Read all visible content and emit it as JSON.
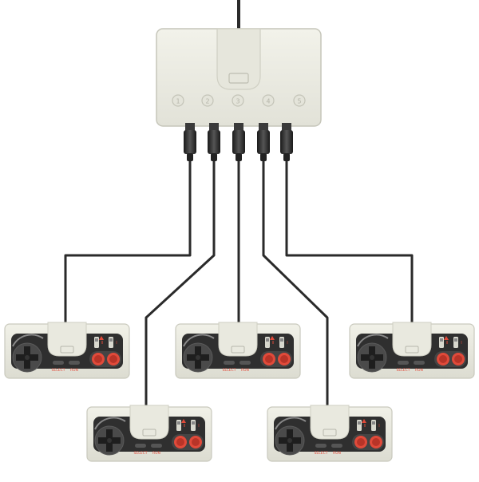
{
  "hub": {
    "port_labels": [
      "1",
      "2",
      "3",
      "4",
      "5"
    ]
  },
  "pads": [
    {
      "id": "pad-1",
      "button_labels": [
        "SELECT",
        "RUN"
      ],
      "turbo_labels": [
        "II",
        "I"
      ]
    },
    {
      "id": "pad-2",
      "button_labels": [
        "SELECT",
        "RUN"
      ],
      "turbo_labels": [
        "II",
        "I"
      ]
    },
    {
      "id": "pad-3",
      "button_labels": [
        "SELECT",
        "RUN"
      ],
      "turbo_labels": [
        "II",
        "I"
      ]
    },
    {
      "id": "pad-4",
      "button_labels": [
        "SELECT",
        "RUN"
      ],
      "turbo_labels": [
        "II",
        "I"
      ]
    },
    {
      "id": "pad-5",
      "button_labels": [
        "SELECT",
        "RUN"
      ],
      "turbo_labels": [
        "II",
        "I"
      ]
    }
  ],
  "colors": {
    "shell": "#ecece2",
    "shell_edge": "#c9c9bd",
    "faceplate": "#2f2f2f",
    "cable": "#2a2a2a",
    "accent_red": "#e04a3a",
    "button_dark": "#3a3a3a"
  },
  "icons": [
    "multitap-hub-icon",
    "controller-icon",
    "plug-icon",
    "cable-icon"
  ]
}
